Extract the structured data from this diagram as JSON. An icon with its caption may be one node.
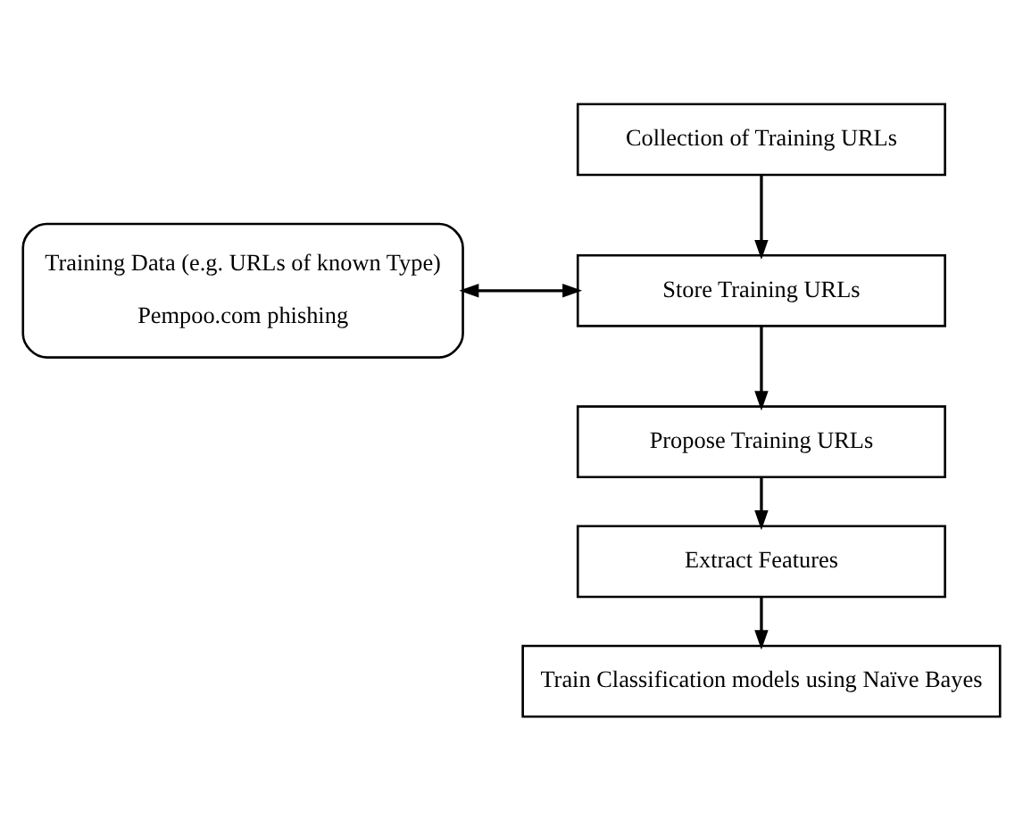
{
  "diagram": {
    "nodes": [
      {
        "text": [
          "Training Data (e.g. URLs of known Type)",
          "Pempoo.com phishing"
        ]
      },
      {
        "text": [
          "Collection of Training URLs"
        ]
      },
      {
        "text": [
          "Store Training URLs"
        ]
      },
      {
        "text": [
          "Propose Training URLs"
        ]
      },
      {
        "text": [
          "Extract Features"
        ]
      },
      {
        "text": [
          "Train Classification models using Naïve Bayes"
        ]
      }
    ],
    "edges": [
      {
        "from": 0,
        "to": 2,
        "arrow": "both"
      },
      {
        "from": 1,
        "to": 2,
        "arrow": "to"
      },
      {
        "from": 2,
        "to": 3,
        "arrow": "to"
      },
      {
        "from": 3,
        "to": 4,
        "arrow": "to"
      },
      {
        "from": 4,
        "to": 5,
        "arrow": "to"
      }
    ]
  }
}
